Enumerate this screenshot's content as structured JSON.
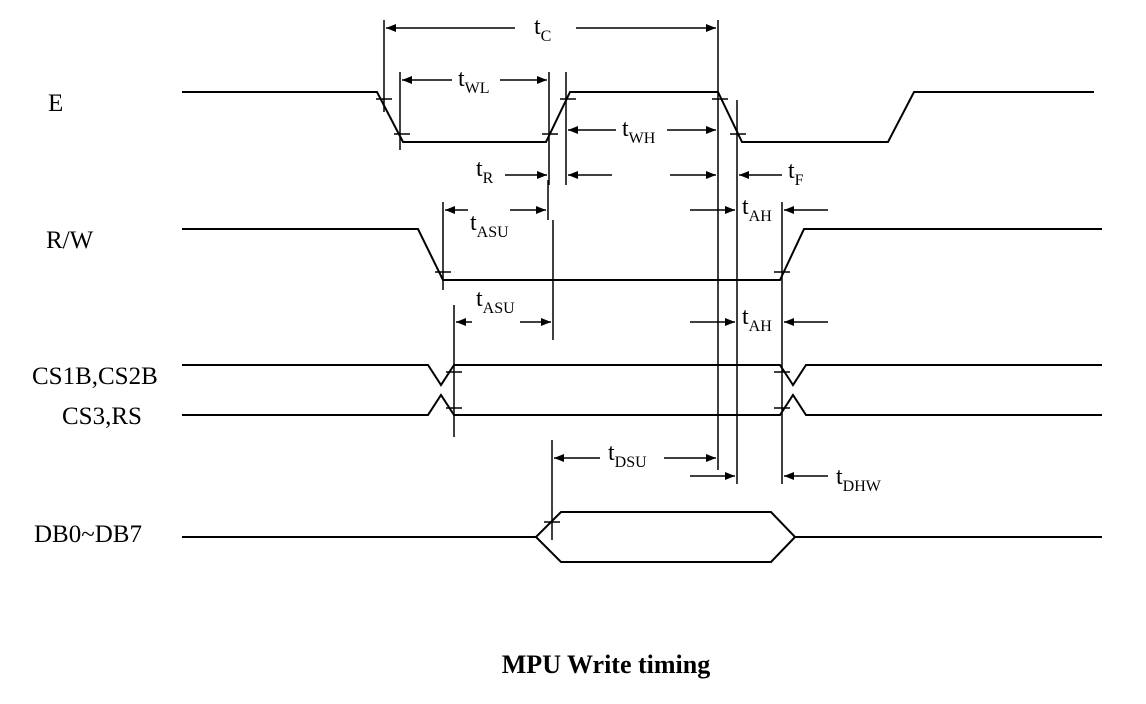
{
  "signals": {
    "e": "E",
    "rw": "R/W",
    "cs_line1": "CS1B,CS2B",
    "cs_line2": "CS3,RS",
    "db": "DB0~DB7"
  },
  "timing_labels": {
    "tc": {
      "base": "t",
      "sub": "C"
    },
    "twl": {
      "base": "t",
      "sub": "WL"
    },
    "twh": {
      "base": "t",
      "sub": "WH"
    },
    "tr": {
      "base": "t",
      "sub": "R"
    },
    "tf": {
      "base": "t",
      "sub": "F"
    },
    "tasu_rw": {
      "base": "t",
      "sub": "ASU"
    },
    "tah_rw": {
      "base": "t",
      "sub": "AH"
    },
    "tasu_cs": {
      "base": "t",
      "sub": "ASU"
    },
    "tah_cs": {
      "base": "t",
      "sub": "AH"
    },
    "tdsu": {
      "base": "t",
      "sub": "DSU"
    },
    "tdhw": {
      "base": "t",
      "sub": "DHW"
    }
  },
  "caption": "MPU Write timing"
}
